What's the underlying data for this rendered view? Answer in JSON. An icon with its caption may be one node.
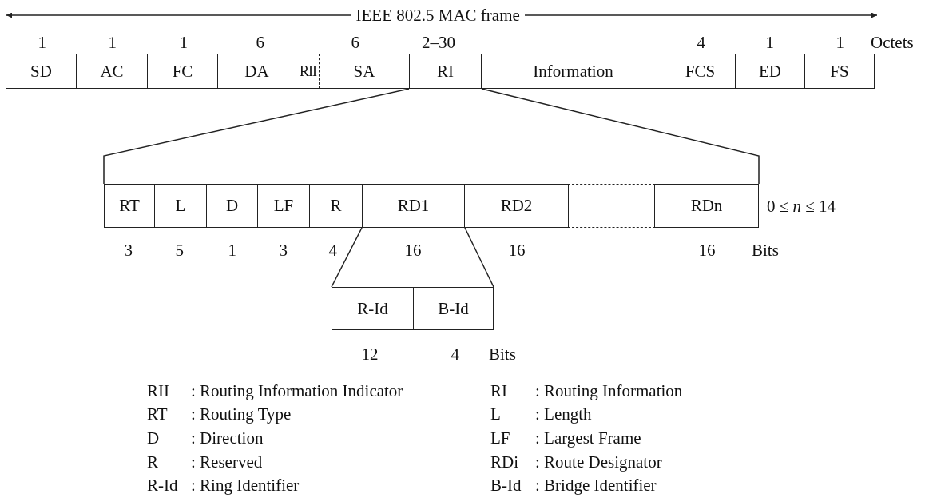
{
  "diagram": {
    "nodes": [
      {
        "text": [
          "SD"
        ]
      },
      {
        "text": [
          "AC"
        ]
      },
      {
        "text": [
          "FC"
        ]
      },
      {
        "text": [
          "DA"
        ]
      },
      {
        "text": [
          "RII"
        ]
      },
      {
        "text": [
          "SA"
        ]
      },
      {
        "text": [
          "RI"
        ]
      },
      {
        "text": [
          "Information"
        ]
      },
      {
        "text": [
          "FCS"
        ]
      },
      {
        "text": [
          "ED"
        ]
      },
      {
        "text": [
          "FS"
        ]
      },
      {
        "text": [
          "RT"
        ]
      },
      {
        "text": [
          "L"
        ]
      },
      {
        "text": [
          "D"
        ]
      },
      {
        "text": [
          "LF"
        ]
      },
      {
        "text": [
          "R"
        ]
      },
      {
        "text": [
          "RD1"
        ]
      },
      {
        "text": [
          "RD2"
        ]
      },
      {
        "text": [],
        "shape": "box"
      },
      {
        "text": [
          "RDn"
        ],
        "beside": [
          "0 ≤ *n* ≤ 14"
        ]
      },
      {
        "text": [
          "R-Id"
        ]
      },
      {
        "text": [
          "B-Id"
        ]
      }
    ],
    "edges": [
      {
        "from": 6,
        "to": 11,
        "arrow": "none"
      },
      {
        "from": 6,
        "to": 19,
        "arrow": "none"
      },
      {
        "from": 16,
        "to": 20,
        "arrow": "none"
      },
      {
        "from": 16,
        "to": 21,
        "arrow": "none"
      }
    ],
    "labels": [
      "IEEE 802.5 MAC frame",
      "1",
      "1",
      "1",
      "6",
      "6",
      "2–30",
      "4",
      "1",
      "1",
      "Octets",
      "3",
      "5",
      "1",
      "3",
      "4",
      "16",
      "16",
      "16",
      "Bits",
      "12",
      "4",
      "Bits",
      "RII",
      ": Routing Information Indicator",
      "RI",
      ": Routing Information",
      "RT",
      ": Routing Type",
      "L",
      ": Length",
      "D",
      ": Direction",
      "LF",
      ": Largest Frame",
      "R",
      ": Reserved",
      "RDi",
      ": Route Designator",
      "R-Id",
      ": Ring Identifier",
      "B-Id",
      ": Bridge Identifier"
    ]
  }
}
